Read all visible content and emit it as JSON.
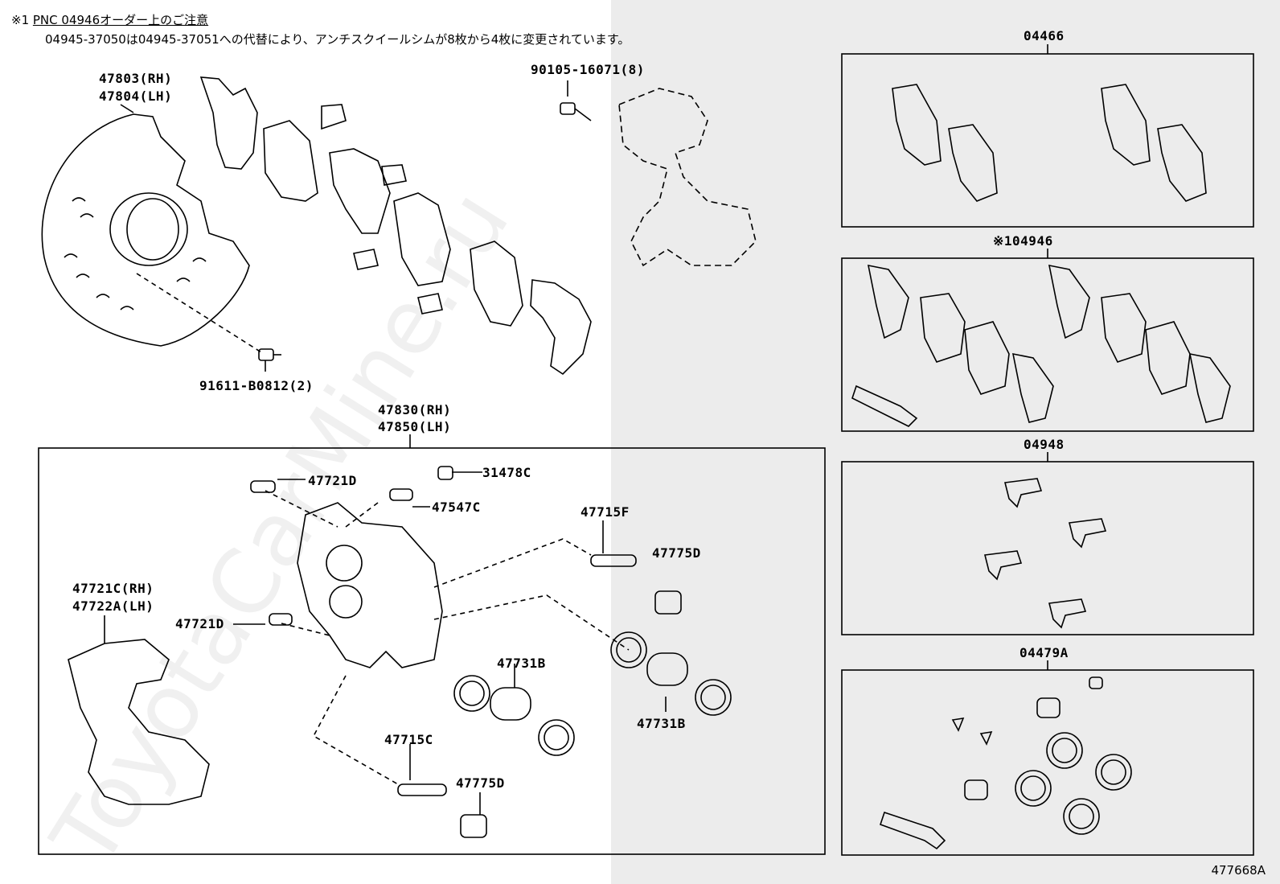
{
  "notes": {
    "line1_prefix": "※1 ",
    "line1": "PNC 04946オーダー上のご注意",
    "line2": "04945-37050は04945-37051への代替により、アンチスクイールシムが8枚から4枚に変更されています。"
  },
  "parts": {
    "p47803": "47803(RH)",
    "p47804": "47804(LH)",
    "p90105": "90105-16071(8)",
    "p91611": "91611-B0812(2)",
    "p47830": "47830(RH)",
    "p47850": "47850(LH)",
    "p47721d_top": "47721D",
    "p31478c": "31478C",
    "p47547c": "47547C",
    "p47715f": "47715F",
    "p47775d_top": "47775D",
    "p47721c": "47721C(RH)",
    "p47722a": "47722A(LH)",
    "p47721d_mid": "47721D",
    "p47731b_left": "47731B",
    "p47731b_right": "47731B",
    "p47715c": "47715C",
    "p47775d_bottom": "47775D"
  },
  "kits": {
    "k04466": "04466",
    "k04946": "※104946",
    "k04948": "04948",
    "k04479a": "04479A"
  },
  "watermark": "ToyotaCarMine.ru",
  "drawing_code": "477668A"
}
